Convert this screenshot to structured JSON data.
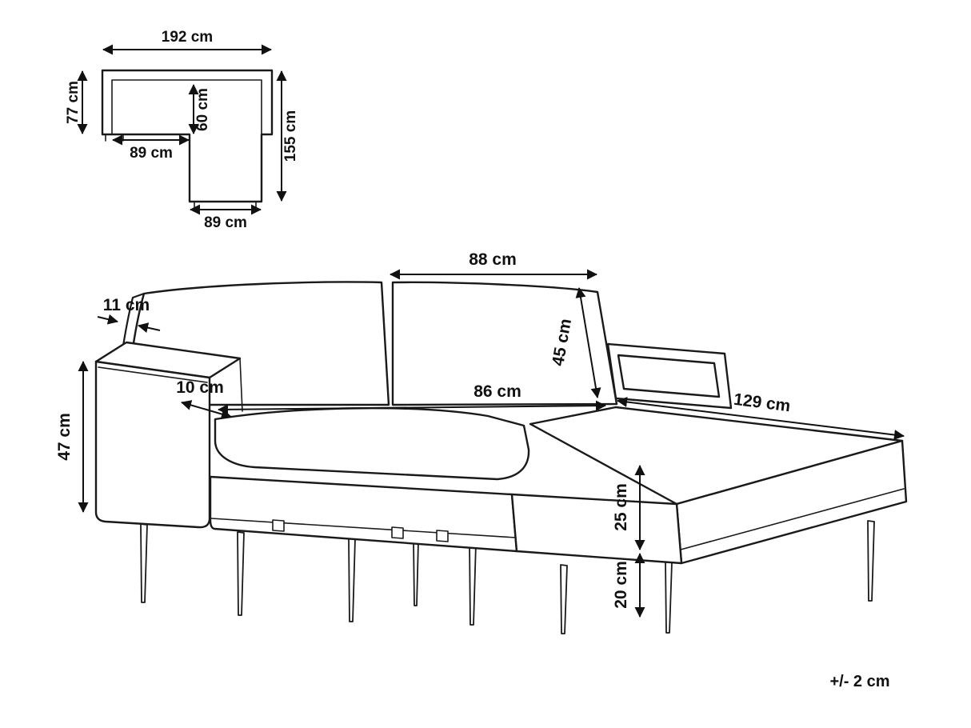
{
  "plan": {
    "total_width": "192 cm",
    "left_depth": "77 cm",
    "inner_depth": "60 cm",
    "inner_width": "89 cm",
    "right_depth": "155 cm",
    "chaise_width": "89 cm"
  },
  "perspective": {
    "back_cushion_width": "88 cm",
    "backrest_thickness": "11 cm",
    "backrest_height": "45 cm",
    "armrest_thickness": "10 cm",
    "seat_width": "86 cm",
    "chaise_length": "129 cm",
    "armrest_height": "47 cm",
    "seat_base_height": "25 cm",
    "leg_height": "20 cm"
  },
  "tolerance": "+/- 2 cm",
  "colors": {
    "line": "#1a1a1a",
    "text": "#111111",
    "background": "#ffffff"
  }
}
